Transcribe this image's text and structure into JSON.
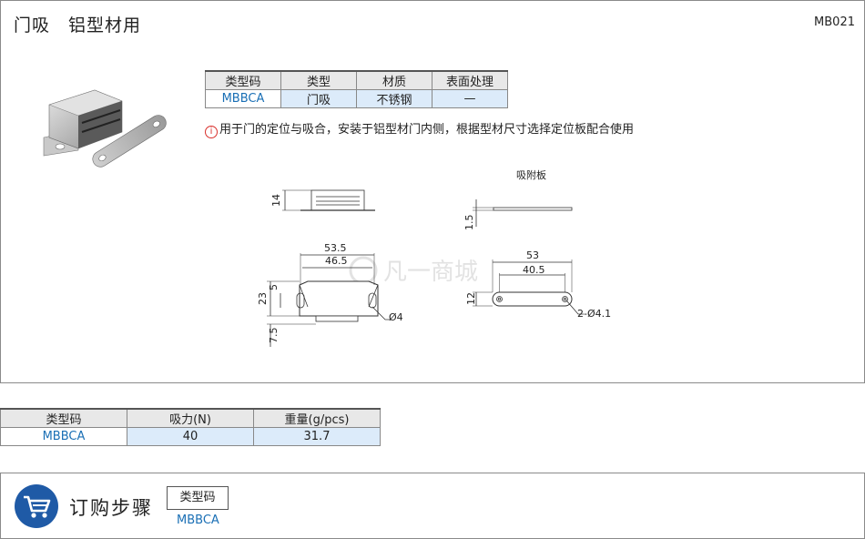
{
  "header": {
    "title": "门吸　铝型材用",
    "code": "MB021"
  },
  "spec_table": {
    "headers": [
      "类型码",
      "类型",
      "材质",
      "表面处理"
    ],
    "row": [
      "MBBCA",
      "门吸",
      "不锈钢",
      "—"
    ]
  },
  "note": {
    "icon": "i",
    "text": "用于门的定位与吸合，安装于铝型材门内侧，根据型材尺寸选择定位板配合使用"
  },
  "drawing": {
    "plate_label": "吸附板",
    "dims": {
      "h14": "14",
      "w53_5": "53.5",
      "w46_5": "46.5",
      "h5": "5",
      "h23": "23",
      "h7_5": "7.5",
      "d4": "Ø4",
      "h1_5": "1.5",
      "w53": "53",
      "w40_5": "40.5",
      "h12": "12",
      "d4_1": "2-Ø4.1"
    },
    "watermark": "凡一商城"
  },
  "perf_table": {
    "headers": [
      "类型码",
      "吸力(N)",
      "重量(g/pcs)"
    ],
    "row": [
      "MBBCA",
      "40",
      "31.7"
    ]
  },
  "order": {
    "title": "订购步骤",
    "box_label": "类型码",
    "code": "MBBCA"
  },
  "colors": {
    "accent_blue": "#1a6fb5",
    "cell_blue": "#dcebfa",
    "header_gray": "#e8e8e8",
    "cart_blue": "#1f5aa6"
  }
}
